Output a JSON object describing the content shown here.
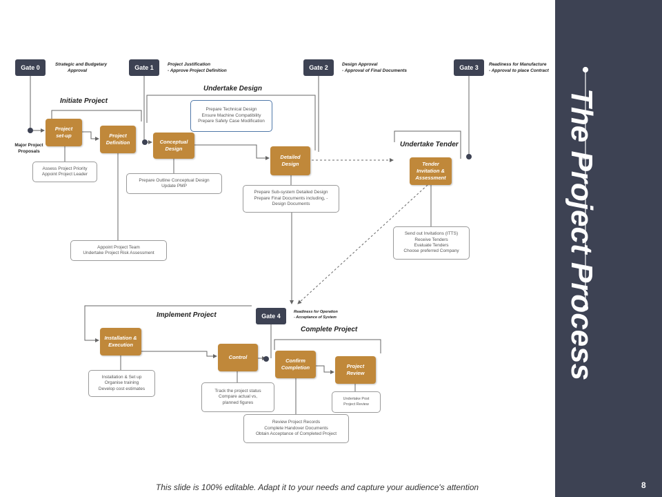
{
  "gates": [
    {
      "label": "Gate 0",
      "note": [
        "Strategic and Budgetary",
        "Approval"
      ]
    },
    {
      "label": "Gate 1",
      "note": [
        "Project Justification",
        "- Approve Project Definition"
      ]
    },
    {
      "label": "Gate 2",
      "note": [
        "Design Approval",
        "- Approval of Final Documents"
      ]
    },
    {
      "label": "Gate 3",
      "note": [
        "Readiness for Manufacture",
        "- Approval to place Contract"
      ]
    },
    {
      "label": "Gate 4",
      "note": [
        "Readiness for Operation",
        "- Acceptance of System"
      ]
    }
  ],
  "phases": {
    "initiate": "Initiate Project",
    "design": "Undertake Design",
    "tender": "Undertake Tender",
    "implement": "Implement  Project",
    "complete": "Complete Project"
  },
  "start_label": [
    "Major Project",
    "Proposals"
  ],
  "steps": {
    "setup": [
      "Project",
      "set-up"
    ],
    "definition": [
      "Project",
      "Definition"
    ],
    "conceptual": [
      "Conceptual",
      "Design"
    ],
    "detailed": [
      "Detailed",
      "Design"
    ],
    "tender": [
      "Tender",
      "Invitation &",
      "Assessment"
    ],
    "installation": [
      "Installation &",
      "Execution"
    ],
    "control": [
      "Control"
    ],
    "confirm": [
      "Confirm",
      "Completion"
    ],
    "review": [
      "Project",
      "Review"
    ]
  },
  "notes": {
    "setup": [
      "Assess Project Priority",
      "Appoint Project Leader"
    ],
    "definition": [
      "Appoint Project Team",
      "Undertake Project Risk Assessment"
    ],
    "technical": [
      "Prepare Technical Design",
      "Ensure Machine Compatibility",
      "Prepare Safety Case Modification"
    ],
    "conceptual": [
      "Prepare Outline Conceptual Design",
      "Update PMP"
    ],
    "detailed": [
      "Prepare Sub-system Detailed Design",
      "Prepare Final Documents including, -",
      "Design Documents"
    ],
    "tender": [
      "Send out Invitations (ITTS)",
      "Receive Tenders",
      "Evaluate Tenders",
      "Choose preferred Company"
    ],
    "installation": [
      "Installation & Set up",
      "Organise training",
      "Develop cost estimates"
    ],
    "control": [
      "Track the project status",
      "Compare actual vs,",
      "planned figures"
    ],
    "records": [
      "Review Project Records",
      "Complete Handover Documents",
      "Obtain Acceptance of Completed Project"
    ],
    "review": [
      "Undertake Post",
      "Project Review"
    ]
  },
  "sidebar": {
    "title": "The Project Process",
    "page_number": "8"
  },
  "footer": "This slide is 100% editable. Adapt it to your needs and capture your audience's attention",
  "colors": {
    "gate": "#3d4253",
    "step": "#c0883a",
    "sidebar": "#3d4253",
    "blue_note_border": "#4e77a8"
  }
}
